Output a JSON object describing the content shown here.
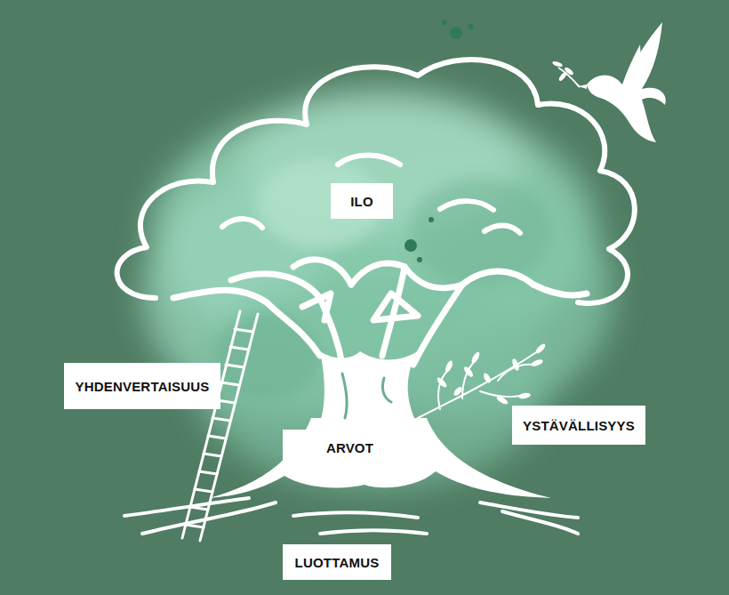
{
  "diagram": {
    "nodes": [
      {
        "text": [
          "ILO"
        ]
      },
      {
        "text": [
          "YHDENVERTAISUUS"
        ]
      },
      {
        "text": [
          "YSTÄVÄLLISYYS"
        ]
      },
      {
        "text": [
          "ARVOT"
        ]
      },
      {
        "text": [
          "LUOTTAMUS"
        ]
      }
    ]
  }
}
